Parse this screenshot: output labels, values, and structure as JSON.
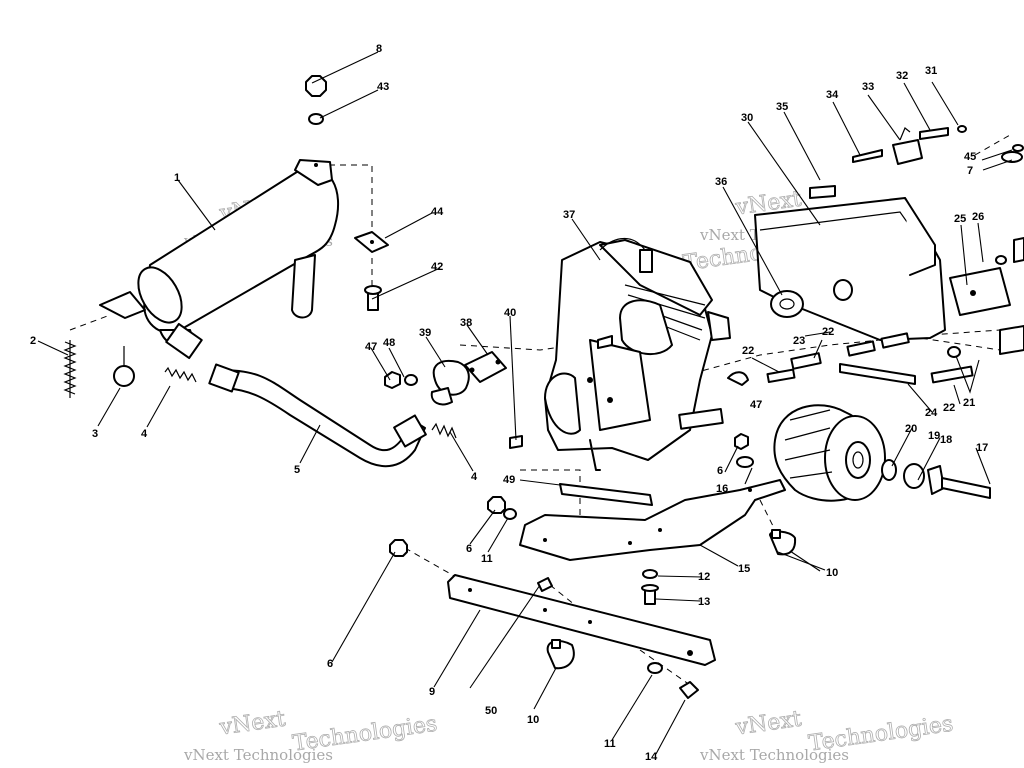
{
  "labels": [
    {
      "id": "1"
    },
    {
      "id": "2"
    },
    {
      "id": "3"
    },
    {
      "id": "4"
    },
    {
      "id": "4b",
      "text": "4"
    },
    {
      "id": "5"
    },
    {
      "id": "6"
    },
    {
      "id": "6b",
      "text": "6"
    },
    {
      "id": "6c",
      "text": "6"
    },
    {
      "id": "7"
    },
    {
      "id": "8"
    },
    {
      "id": "9"
    },
    {
      "id": "10"
    },
    {
      "id": "10b",
      "text": "10"
    },
    {
      "id": "11"
    },
    {
      "id": "11b",
      "text": "11"
    },
    {
      "id": "13"
    },
    {
      "id": "12"
    },
    {
      "id": "14"
    },
    {
      "id": "15"
    },
    {
      "id": "16"
    },
    {
      "id": "17"
    },
    {
      "id": "18"
    },
    {
      "id": "19"
    },
    {
      "id": "20"
    },
    {
      "id": "21"
    },
    {
      "id": "22"
    },
    {
      "id": "22b",
      "text": "22"
    },
    {
      "id": "22c",
      "text": "22"
    },
    {
      "id": "23"
    },
    {
      "id": "24"
    },
    {
      "id": "25"
    },
    {
      "id": "26"
    },
    {
      "id": "31"
    },
    {
      "id": "32"
    },
    {
      "id": "33"
    },
    {
      "id": "34"
    },
    {
      "id": "35"
    },
    {
      "id": "36"
    },
    {
      "id": "37"
    },
    {
      "id": "38"
    },
    {
      "id": "39"
    },
    {
      "id": "30"
    },
    {
      "id": "42"
    },
    {
      "id": "43"
    },
    {
      "id": "44"
    },
    {
      "id": "45"
    },
    {
      "id": "47"
    },
    {
      "id": "47b",
      "text": "47"
    },
    {
      "id": "48"
    },
    {
      "id": "49"
    },
    {
      "id": "40"
    },
    {
      "id": "50"
    }
  ],
  "watermark": {
    "line1": "vNext",
    "line2": "vNext Technologies",
    "line3": "Technologies"
  }
}
